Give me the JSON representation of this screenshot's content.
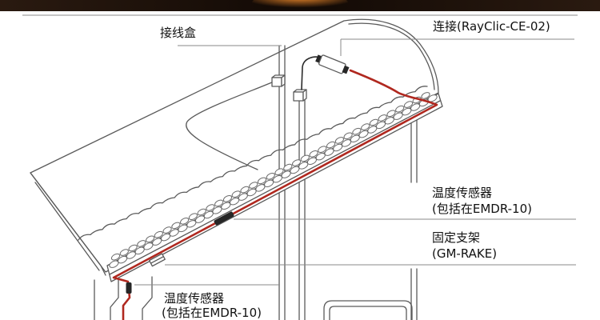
{
  "labels": {
    "junction_box": "接线盒",
    "connection": "连接(RayClic-CE-02)",
    "sensor_upper": "温度传感器",
    "sensor_upper_note": "(包括在EMDR-10)",
    "bracket": "固定支架",
    "bracket_model": "(GM-RAKE)",
    "sensor_lower": "温度传感器",
    "sensor_lower_note": "(包括在EMDR-10)"
  },
  "colors": {
    "header_band": "#1c110b",
    "header_accent": "#e8731c",
    "line": "#5a5a5a",
    "leader": "#8a8a8a",
    "heating_cable": "#b0281f"
  },
  "icons": {
    "junction_box": "junction-box-icon",
    "connector": "connector-icon",
    "sensor": "temperature-sensor-icon",
    "bracket": "mounting-bracket-icon"
  }
}
